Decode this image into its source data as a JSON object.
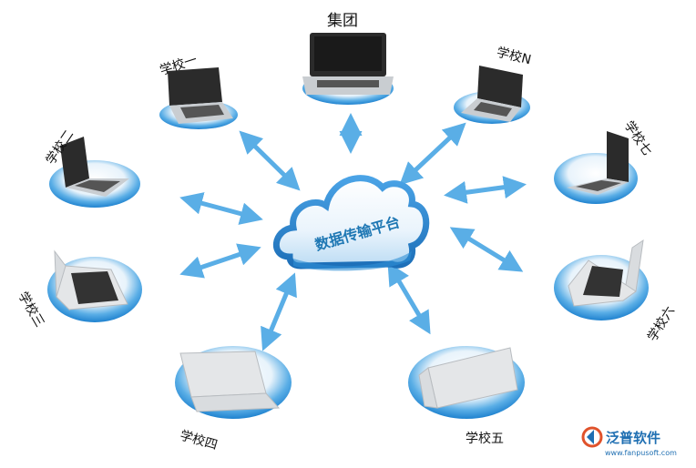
{
  "center": {
    "label": "数据传输平台"
  },
  "headquarters": {
    "label": "集团"
  },
  "schools": [
    {
      "id": "school-1",
      "label": "学校一"
    },
    {
      "id": "school-n",
      "label": "学校N"
    },
    {
      "id": "school-2",
      "label": "学校二"
    },
    {
      "id": "school-7",
      "label": "学校七"
    },
    {
      "id": "school-3",
      "label": "学校三"
    },
    {
      "id": "school-6",
      "label": "学校六"
    },
    {
      "id": "school-4",
      "label": "学校四"
    },
    {
      "id": "school-5",
      "label": "学校五"
    }
  ],
  "brand": {
    "name": "泛普软件",
    "url": "www.fanpusoft.com"
  },
  "colors": {
    "arrow": "#5aaee6",
    "pedestal": "#2f8fd6",
    "cloud": "#3d9ae0",
    "laptop_dark": "#2b2b2b",
    "laptop_silver": "#d9dcdf"
  }
}
